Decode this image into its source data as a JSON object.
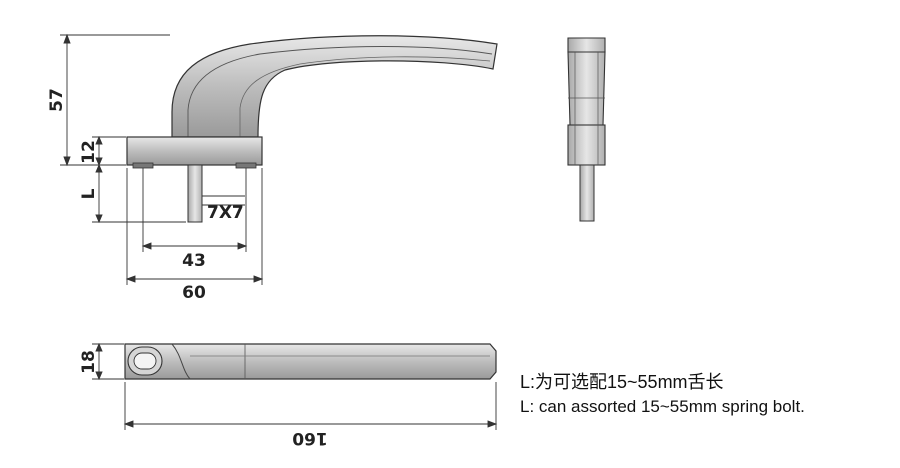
{
  "drawing": {
    "dimensions": {
      "height_57": "57",
      "base_12": "12",
      "length_L": "L",
      "spindle_7x7": "7X7",
      "span_43": "43",
      "width_60": "60",
      "thickness_18": "18",
      "length_160": "160"
    },
    "notes": {
      "chinese": "L:为可选配15~55mm舌长",
      "english": "L: can assorted 15~55mm spring bolt."
    }
  }
}
